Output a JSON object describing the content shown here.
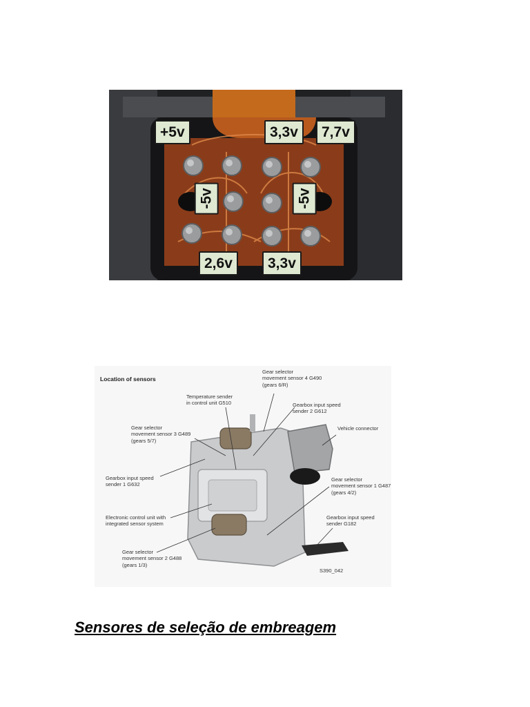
{
  "photo1": {
    "labels": {
      "plus5v": "+5v",
      "v33_top": "3,3v",
      "v77": "7,7v",
      "minus5v_left": "-5v",
      "minus5v_right": "-5v",
      "v26": "2,6v",
      "v33_bottom": "3,3v"
    }
  },
  "diagram": {
    "heading": "Location of sensors",
    "callouts": {
      "g490": [
        "Gear selector",
        "movement sensor 4  G490",
        "(gears 6/R)"
      ],
      "g510": [
        "Temperature sender",
        "in control unit G510"
      ],
      "g612": [
        "Gearbox input speed",
        "sender 2  G612"
      ],
      "g489": [
        "Gear selector",
        "movement sensor 3  G489",
        "(gears 5/7)"
      ],
      "vehicle_connector": [
        "Vehicle connector"
      ],
      "g632": [
        "Gearbox input speed",
        "sender 1  G632"
      ],
      "g487": [
        "Gear selector",
        "movement sensor 1  G487",
        "(gears 4/2)"
      ],
      "ecu": [
        "Electronic control unit with",
        "integrated sensor system"
      ],
      "g182": [
        "Gearbox input speed",
        "sender G182"
      ],
      "g488": [
        "Gear selector",
        "movement sensor  2  G488",
        "(gears 1/3)"
      ]
    },
    "figure_code": "S390_042"
  },
  "caption": "Sensores de seleção de embreagem"
}
